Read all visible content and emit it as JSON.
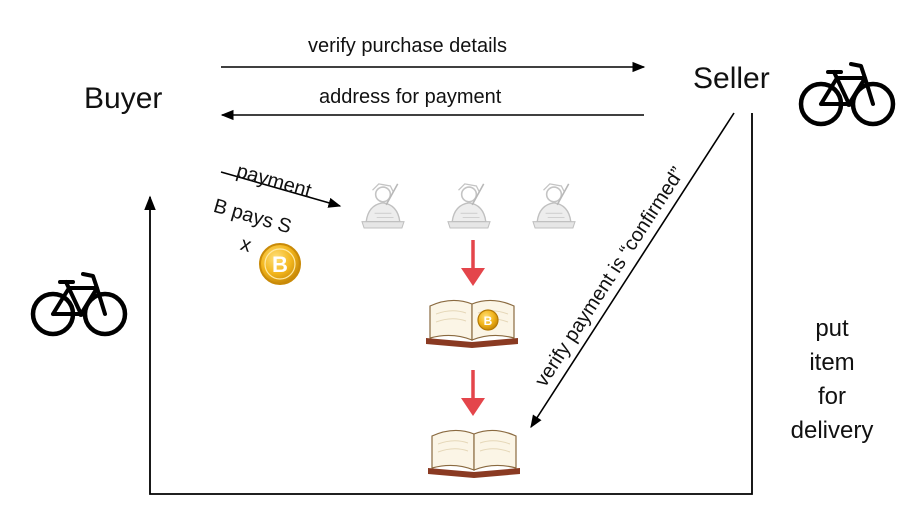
{
  "actors": {
    "buyer": "Buyer",
    "seller": "Seller"
  },
  "messages": {
    "verify_details": "verify purchase details",
    "address": "address for payment",
    "payment": "payment",
    "pays": "B pays S",
    "times": "x",
    "verify_confirmed": "verify payment is “confirmed”"
  },
  "delivery_lines": [
    "put",
    "item",
    "for",
    "delivery"
  ],
  "coin_symbol": "B",
  "icons": {
    "bike": "bicycle-icon",
    "miner": "miner-scribe-icon",
    "ledger": "open-ledger-book-icon",
    "coin": "bitcoin-coin-icon"
  },
  "colors": {
    "flow_arrow": "#e4454b",
    "coin": "#f2b51c",
    "book_cover": "#8a3a22",
    "ink": "#000000"
  }
}
